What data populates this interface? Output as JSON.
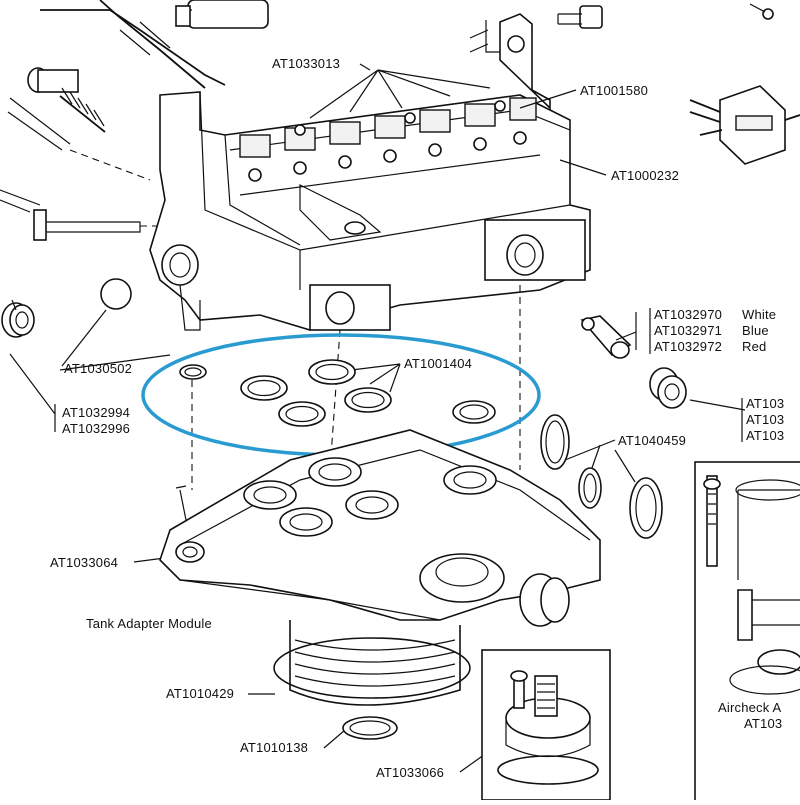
{
  "diagram": {
    "highlight_color": "#2a9bd0",
    "labels": {
      "at1033013": "AT1033013",
      "at1001580": "AT1001580",
      "at1000232": "AT1000232",
      "at1032970": "AT1032970",
      "at1032970_color": "White",
      "at1032971": "AT1032971",
      "at1032971_color": "Blue",
      "at1032972": "AT1032972",
      "at1032972_color": "Red",
      "at1030502": "AT1030502",
      "at1001404": "AT1001404",
      "at1032994": "AT1032994",
      "at1032996": "AT1032996",
      "at1040459": "AT1040459",
      "at1033064": "AT1033064",
      "tank_adapter_module": "Tank Adapter Module",
      "at1010429": "AT1010429",
      "at1010138": "AT1010138",
      "at1033066": "AT1033066",
      "cut_right_1": "AT103",
      "cut_right_2": "AT103",
      "cut_right_3": "AT103",
      "aircheck_1": "Aircheck A",
      "aircheck_2": "AT103"
    }
  }
}
